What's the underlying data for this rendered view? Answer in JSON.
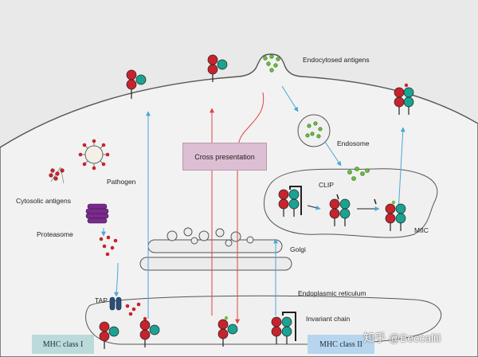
{
  "labels": {
    "endocytosed_antigens": "Endocytosed antigens",
    "pathogen": "Pathogen",
    "cytosolic_antigens": "Cytosolic antigens",
    "proteasome": "Proteasome",
    "cross_presentation": "Cross presentation",
    "endosome": "Endosome",
    "clip": "CLIP",
    "miic": "MIIC",
    "golgi": "Golgi",
    "endoplasmic_reticulum": "Endoplasmic reticulum",
    "tap": "TAP",
    "invariant_chain": "Invariant chain",
    "mhc_class_1": "MHC class I",
    "mhc_class_2": "MHC class II"
  },
  "watermark": "知乎 @Beccaliii",
  "colors": {
    "background": "#e8e8e8",
    "membrane": "#555555",
    "mhc_red": "#c8232c",
    "mhc_teal": "#1aa391",
    "peptide_green": "#6bbf3a",
    "proteasome_purple": "#7a2a8c",
    "tap_blue": "#2c4e7a",
    "arrow_blue": "#4aa7d8",
    "arrow_red": "#e0443e",
    "cross_presentation_fill": "#ddbfd3",
    "mhc1_tag_fill": "#bcdada",
    "mhc2_tag_fill": "#b7d5ef"
  }
}
